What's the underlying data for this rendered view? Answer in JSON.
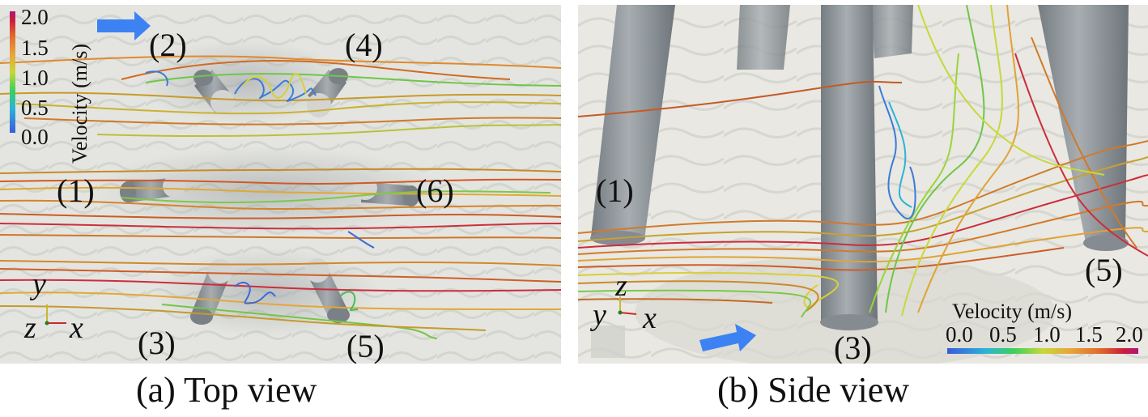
{
  "colors": {
    "seabed": "#e4e5e0",
    "pile": "#8c9398",
    "pile_top": "#d4d4d2",
    "flow_arrow": "#3d82f2",
    "colormap": [
      "#3a5bd9",
      "#2bb3d9",
      "#3fcf5a",
      "#c8d83a",
      "#e8a33a",
      "#e06a2a",
      "#cc1f3a",
      "#b0147a"
    ]
  },
  "panel_a": {
    "caption": "(a) Top view",
    "pile_labels": [
      "(1)",
      "(2)",
      "(3)",
      "(4)",
      "(5)",
      "(6)"
    ],
    "axes": {
      "vertical": "y",
      "out_of_plane": "z",
      "horizontal": "x"
    },
    "colorbar": {
      "title": "Velocity (m/s)",
      "orientation": "vertical",
      "ticks": [
        "2.0",
        "1.5",
        "1.0",
        "0.5",
        "0.0"
      ]
    },
    "flow_direction_icon": "arrow-right-icon"
  },
  "panel_b": {
    "caption": "(b) Side view",
    "pile_labels": [
      "(1)",
      "(3)",
      "(5)"
    ],
    "axes": {
      "vertical": "z",
      "out_of_plane": "y",
      "horizontal": "x"
    },
    "colorbar": {
      "title": "Velocity (m/s)",
      "orientation": "horizontal",
      "ticks": [
        "0.0",
        "0.5",
        "1.0",
        "1.5",
        "2.0"
      ]
    },
    "flow_direction_icon": "arrow-right-icon"
  }
}
